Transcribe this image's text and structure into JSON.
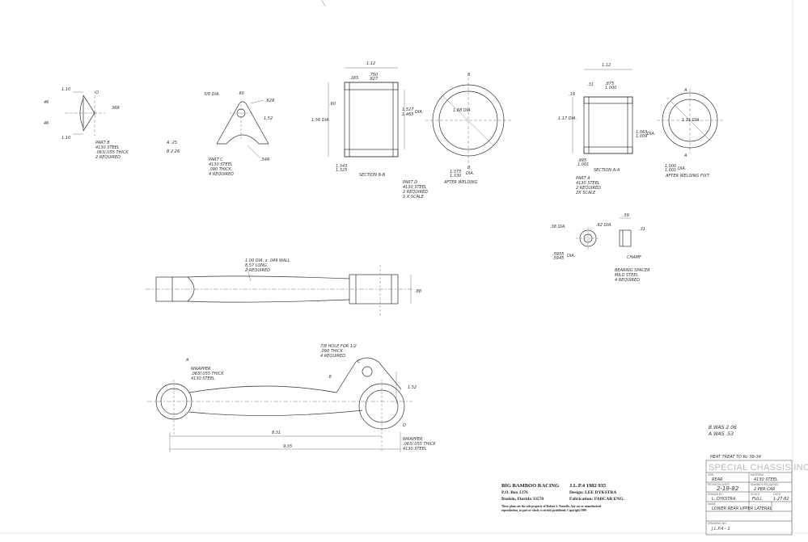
{
  "partB": {
    "dims": [
      "1.10",
      "46",
      "46",
      "1.10",
      "36R",
      "O"
    ],
    "title": "PART B",
    "material": "4130 STEEL",
    "thickness": ".063/.055 THICK",
    "qty": "2 REQUIRED"
  },
  "partC": {
    "dims": [
      "3/8 DIA.",
      ".60",
      ".62R",
      "1.52",
      ".54R"
    ],
    "labelA": "A .25",
    "labelB": "B 2.26",
    "title": "PART C",
    "material": "4130 STEEL",
    "thickness": ".090 THICK",
    "qty": "4 REQUIRED"
  },
  "partD": {
    "dims": [
      "1.12",
      ".185",
      ".750",
      ".827",
      "1.56 DIA.",
      ".60",
      "1.527",
      "1.465",
      "1.343",
      "1.325",
      "DIA."
    ],
    "section": "SECTION B-B",
    "circleDims": [
      "B",
      "B",
      "1.68 DIA.",
      "1.375",
      "1.330",
      "DIA."
    ],
    "afterWelding": "AFTER WELDING",
    "title": "PART D",
    "material": "4130 STEEL",
    "qty": "2 REQUIRED",
    "scale": "2 X SCALE"
  },
  "partA": {
    "dims": [
      "1.12",
      ".31",
      ".875",
      "1.000",
      ".19",
      "1.17 DIA.",
      "1.063",
      "1.009",
      ".995",
      "1.001",
      "DIA."
    ],
    "section": "SECTION A-A",
    "circleDims": [
      "A",
      "A",
      "1.31 DIA.",
      "1.000",
      "1.001",
      "DIA."
    ],
    "afterWelding": "AFTER WELDING FIXT.",
    "title": "PART A",
    "material": "4130 STEEL",
    "qty": "2 REQUIRED",
    "scale": "2X SCALE"
  },
  "spacer": {
    "dims": [
      ".38 DIA.",
      ".62 DIA.",
      ".59",
      ".31",
      ".5955",
      ".5945",
      "DIA.",
      "CHAMF"
    ],
    "title": "BEARING SPACER",
    "material": "MILD STEEL",
    "qty": "4 REQUIRED"
  },
  "tube": {
    "note1": "1.00 DIA. x .049 WALL",
    "note2": "8.57 LONG",
    "note3": "2 REQUIRED",
    "dim": ".88"
  },
  "assembly": {
    "noteTop1": "7/8 HOLE FOR 1/2",
    "noteTop2": ".090 THICK",
    "noteTop3": "4 REQUIRED",
    "wrapperLeft1": "WRAPPER",
    "wrapperLeft2": ".063/.055 THICK",
    "wrapperLeft3": "4130 STEEL",
    "wrapperRight1": "WRAPPER",
    "wrapperRight2": ".063/.055 THICK",
    "wrapperRight3": "4130 STEEL",
    "labelA": "A",
    "labelD": "D",
    "labelC": "C",
    "dimE": ".8",
    "dimF": "1.52",
    "dim1": "8.31",
    "dim2": "9.35"
  },
  "revisions": {
    "line1": "B WAS 2.06",
    "line2": "A WAS .53",
    "heat": "HEAT TREAT TO Rc 38-34"
  },
  "company": {
    "name": "BIG BAMBOO RACING",
    "box": "P.O. Box 1376",
    "city": "Ruskin, Florida 33570",
    "jlp": "J.L.P.4  1982  935",
    "design": "Design: LEE DYKSTRA",
    "fab": "Fabrication: FABCAR ENG.",
    "legal1": "These plans are the sole property of Robert S. Tornello.  Any use or unauthorized",
    "legal2": "reproduction, in part or whole, is strictly prohibited.  Copyright 1990"
  },
  "titleBlock": {
    "brand": "SPECIAL CHASSIS INC.",
    "lblJob": "JOB",
    "valJob": "REAR",
    "lblMaterial": "MATERIAL",
    "valMaterial": "4130 STEEL",
    "lblRevision": "REVISION DATE",
    "valRevision": "2-19-82",
    "lblNumber": "NUMBER REQUIRED",
    "valNumber": "2 PER CAR",
    "lblDrawn": "DRAWN BY",
    "valDrawn": "L. DYKSTRA",
    "lblScale": "SCALE",
    "valScale": "FULL",
    "lblDate": "DATE",
    "valDate": "1-27-82",
    "lblName": "NAME",
    "valName": "LOWER REAR UPPER LATERAL",
    "lblDrawing": "DRAWING NO.",
    "valDrawing": "J.L.P.4 - 1"
  }
}
